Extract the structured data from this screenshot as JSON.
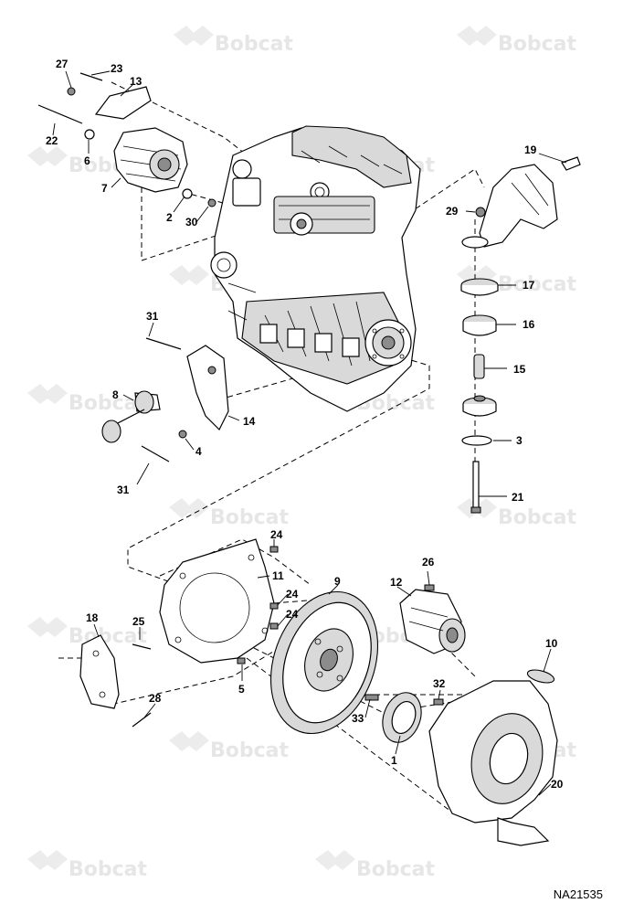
{
  "watermark": {
    "text": "Bobcat"
  },
  "drawing_id": "NA21535",
  "callouts": [
    {
      "id": "c27",
      "label": "27"
    },
    {
      "id": "c23",
      "label": "23"
    },
    {
      "id": "c13",
      "label": "13"
    },
    {
      "id": "c22",
      "label": "22"
    },
    {
      "id": "c6",
      "label": "6"
    },
    {
      "id": "c7",
      "label": "7"
    },
    {
      "id": "c2",
      "label": "2"
    },
    {
      "id": "c30",
      "label": "30"
    },
    {
      "id": "c19",
      "label": "19"
    },
    {
      "id": "c29",
      "label": "29"
    },
    {
      "id": "c17",
      "label": "17"
    },
    {
      "id": "c16",
      "label": "16"
    },
    {
      "id": "c15",
      "label": "15"
    },
    {
      "id": "c3",
      "label": "3"
    },
    {
      "id": "c21",
      "label": "21"
    },
    {
      "id": "c31a",
      "label": "31"
    },
    {
      "id": "c8",
      "label": "8"
    },
    {
      "id": "c14",
      "label": "14"
    },
    {
      "id": "c4",
      "label": "4"
    },
    {
      "id": "c31b",
      "label": "31"
    },
    {
      "id": "c24a",
      "label": "24"
    },
    {
      "id": "c26",
      "label": "26"
    },
    {
      "id": "c11",
      "label": "11"
    },
    {
      "id": "c9",
      "label": "9"
    },
    {
      "id": "c12",
      "label": "12"
    },
    {
      "id": "c24b",
      "label": "24"
    },
    {
      "id": "c24c",
      "label": "24"
    },
    {
      "id": "c18",
      "label": "18"
    },
    {
      "id": "c25",
      "label": "25"
    },
    {
      "id": "c10",
      "label": "10"
    },
    {
      "id": "c5",
      "label": "5"
    },
    {
      "id": "c32",
      "label": "32"
    },
    {
      "id": "c33",
      "label": "33"
    },
    {
      "id": "c28",
      "label": "28"
    },
    {
      "id": "c1",
      "label": "1"
    },
    {
      "id": "c20",
      "label": "20"
    }
  ]
}
